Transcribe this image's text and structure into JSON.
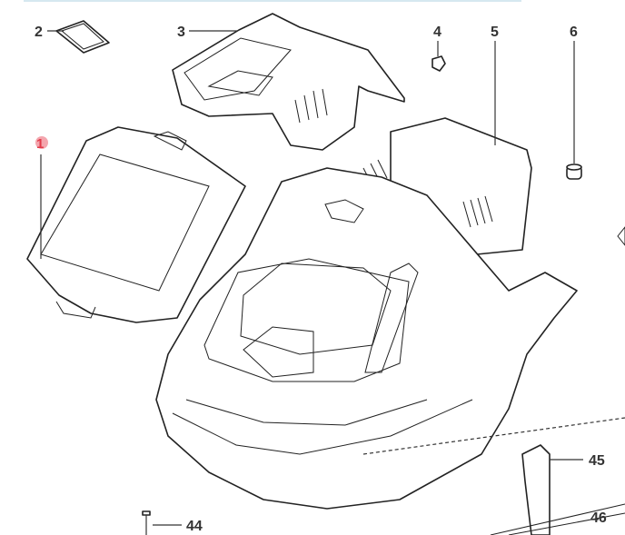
{
  "diagram": {
    "callouts": [
      {
        "id": "1",
        "highlighted": true
      },
      {
        "id": "2"
      },
      {
        "id": "3"
      },
      {
        "id": "4"
      },
      {
        "id": "5"
      },
      {
        "id": "6"
      },
      {
        "id": "44"
      },
      {
        "id": "45"
      },
      {
        "id": "46"
      }
    ],
    "colors": {
      "highlight": "#e23b4a",
      "highlight_bg": "#f4a6ae",
      "line": "#222222",
      "separator": "#d6e8f0"
    }
  }
}
